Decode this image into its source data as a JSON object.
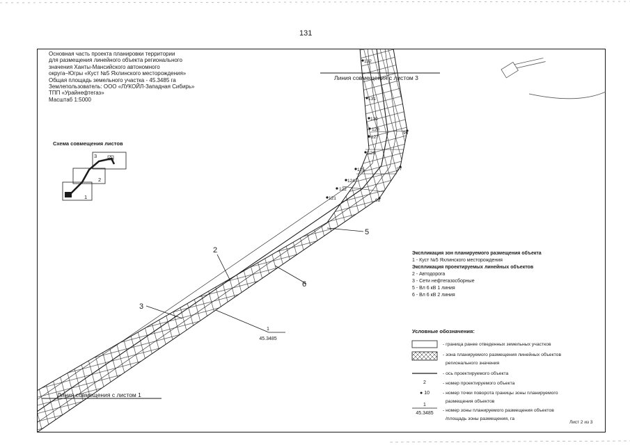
{
  "page_number": "131",
  "title_block": {
    "lines": [
      "Основная часть проекта планировки территории",
      "для размещения линейного объекта регионального",
      "значения Ханты-Мансийского автономного",
      "округа–Югры «Куст №5 Яхлинского месторождения»",
      "Общая площадь земельного  участка - 45.3485 га",
      "Землепользователь: ООО «ЛУКОЙЛ-Западная Сибирь»",
      "ТПП «Урайнефтегаз»",
      "Масштаб 1:5000"
    ]
  },
  "scheme": {
    "title": "Схема совмещения листов",
    "sheet_numbers": [
      "1",
      "2",
      "3"
    ]
  },
  "sheet_lines": {
    "top": "Линия совмещения с листом 3",
    "bottom": "Линия совмещения с листом 1"
  },
  "drawing": {
    "point_labels_left": [
      "132",
      "131",
      "130",
      "128",
      "127",
      "126",
      "125",
      "124",
      "122",
      "121"
    ],
    "point_labels_right": [
      "96",
      "97",
      "98"
    ],
    "callouts": [
      "2",
      "3",
      "5",
      "6"
    ],
    "zone_fraction": {
      "numerator": "1",
      "denominator": "45.3485"
    }
  },
  "explication": {
    "zones_title": "Экспликация зон планируемого размещения объекта",
    "zones": [
      "1 - Куст №5 Яхлинского месторождения"
    ],
    "objects_title": "Экспликация проектируемых линейных объектов",
    "objects": [
      "2 - Автодорога",
      "3 - Сети нефтегазосборные",
      "5 - Вл 6 кВ 1 линия",
      "6 - Вл 6 кВ 2 линия"
    ]
  },
  "symbols": {
    "title": "Условные обозначения:",
    "items": [
      {
        "key": "S",
        "text": "- граница ранее отведенных земельных участков"
      },
      {
        "key": "S",
        "text": "- зона планируемого размещения линейных объектов"
      },
      {
        "key": "S",
        "text": "регионального значения"
      },
      {
        "key": "S",
        "text": "- ось проектируемого объекта"
      },
      {
        "key": "2",
        "text": "- номер проектируемого объекта"
      },
      {
        "key": "● 10",
        "text": "- номер точки поворота границы зоны планируемого"
      },
      {
        "key": "S",
        "text": "размещения объектов"
      },
      {
        "key": "1/45.3485",
        "text": "- номер зоны планируемого размещения объектов"
      },
      {
        "key": "S",
        "text": "/площадь зоны размещения, га"
      }
    ],
    "sample_number": "2",
    "sample_point": "● 10",
    "sample_fraction": {
      "numerator": "1",
      "denominator": "45.3485"
    }
  },
  "sheet_counter": "Лист 2 из 3"
}
